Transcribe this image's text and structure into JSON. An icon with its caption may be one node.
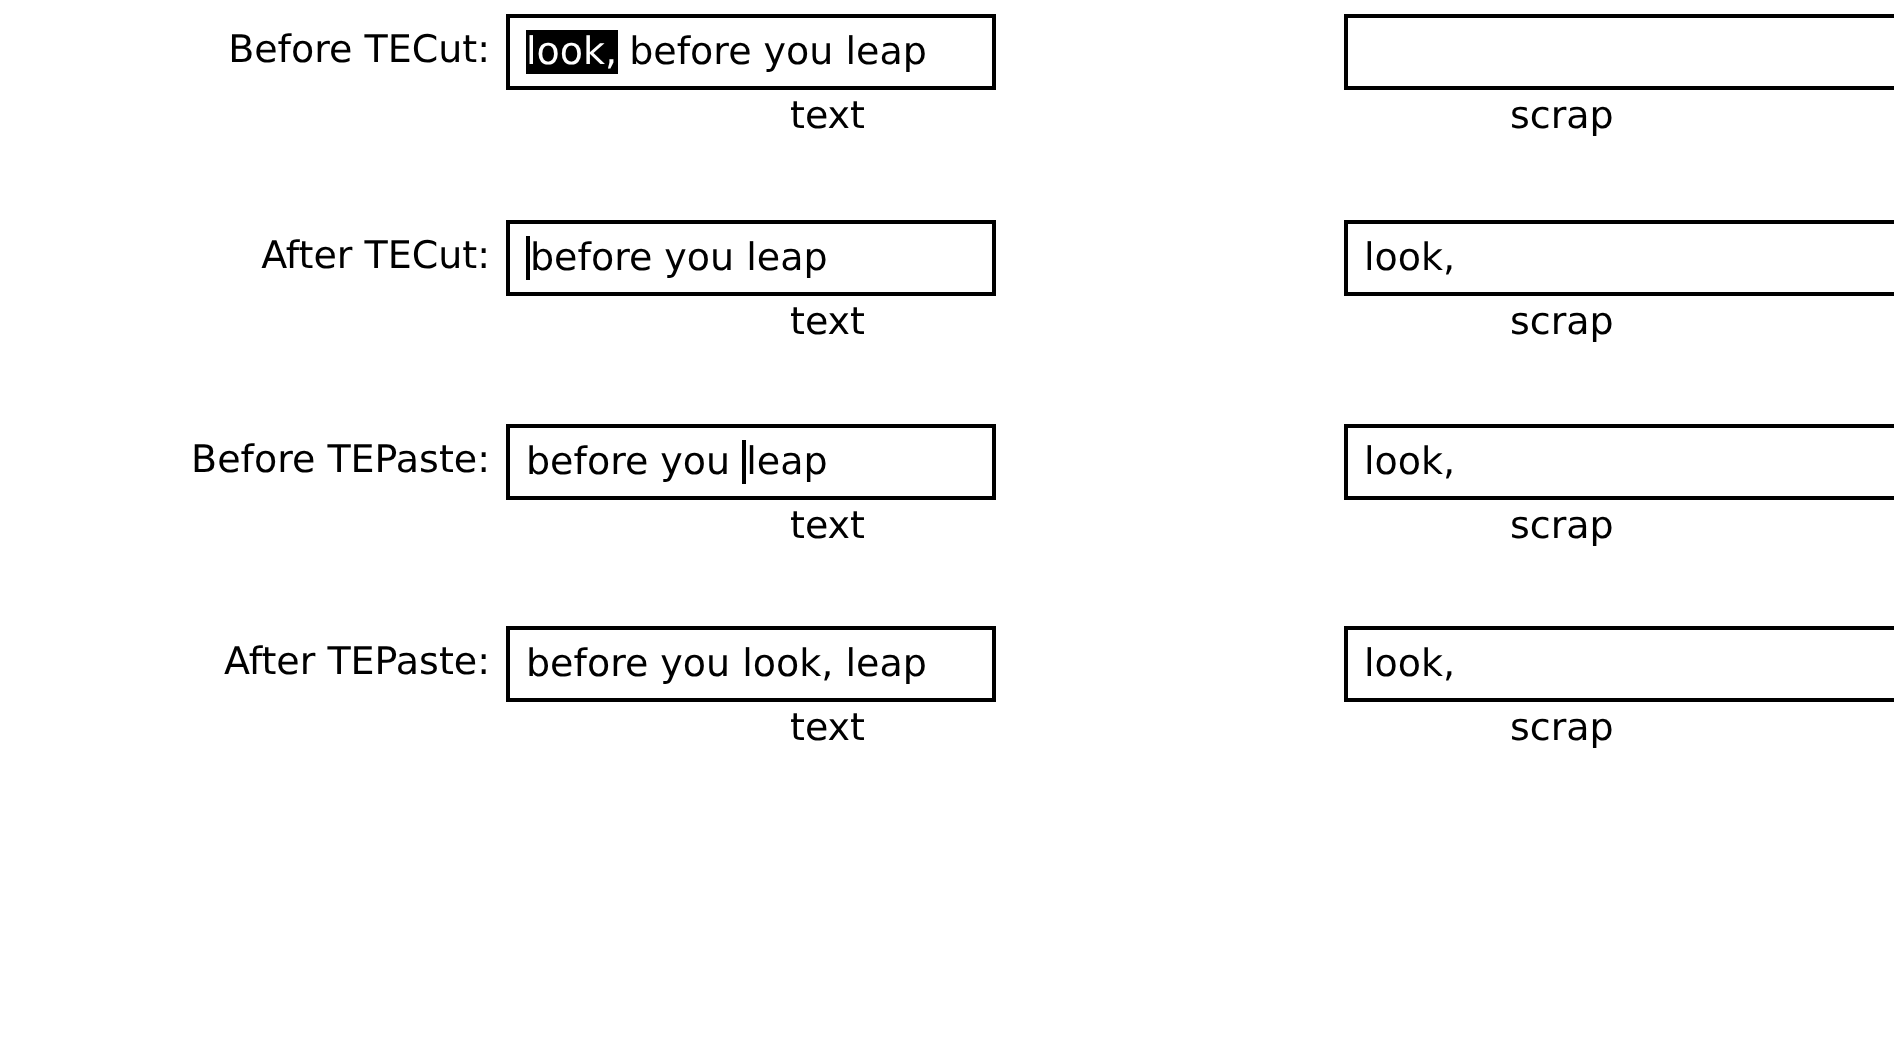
{
  "diagram": {
    "nodes": [
      {
        "text": [
          "look, before you leap"
        ],
        "beside": [
          "text"
        ]
      },
      {
        "text": [],
        "shape": "box",
        "beside": [
          "scrap"
        ]
      },
      {
        "text": [
          "before you leap"
        ],
        "beside": [
          "text"
        ]
      },
      {
        "text": [
          "look,"
        ],
        "beside": [
          "scrap"
        ]
      },
      {
        "text": [
          "before you leap"
        ],
        "beside": [
          "text"
        ]
      },
      {
        "text": [
          "look,"
        ],
        "beside": [
          "scrap"
        ]
      },
      {
        "text": [
          "before you look, leap"
        ],
        "beside": [
          "text"
        ]
      },
      {
        "text": [
          "look,"
        ],
        "beside": [
          "scrap"
        ]
      }
    ],
    "edges": [],
    "labels": [
      "Before TECut:",
      "After TECut:",
      "Before TEPaste:",
      "After TEPaste:"
    ]
  }
}
